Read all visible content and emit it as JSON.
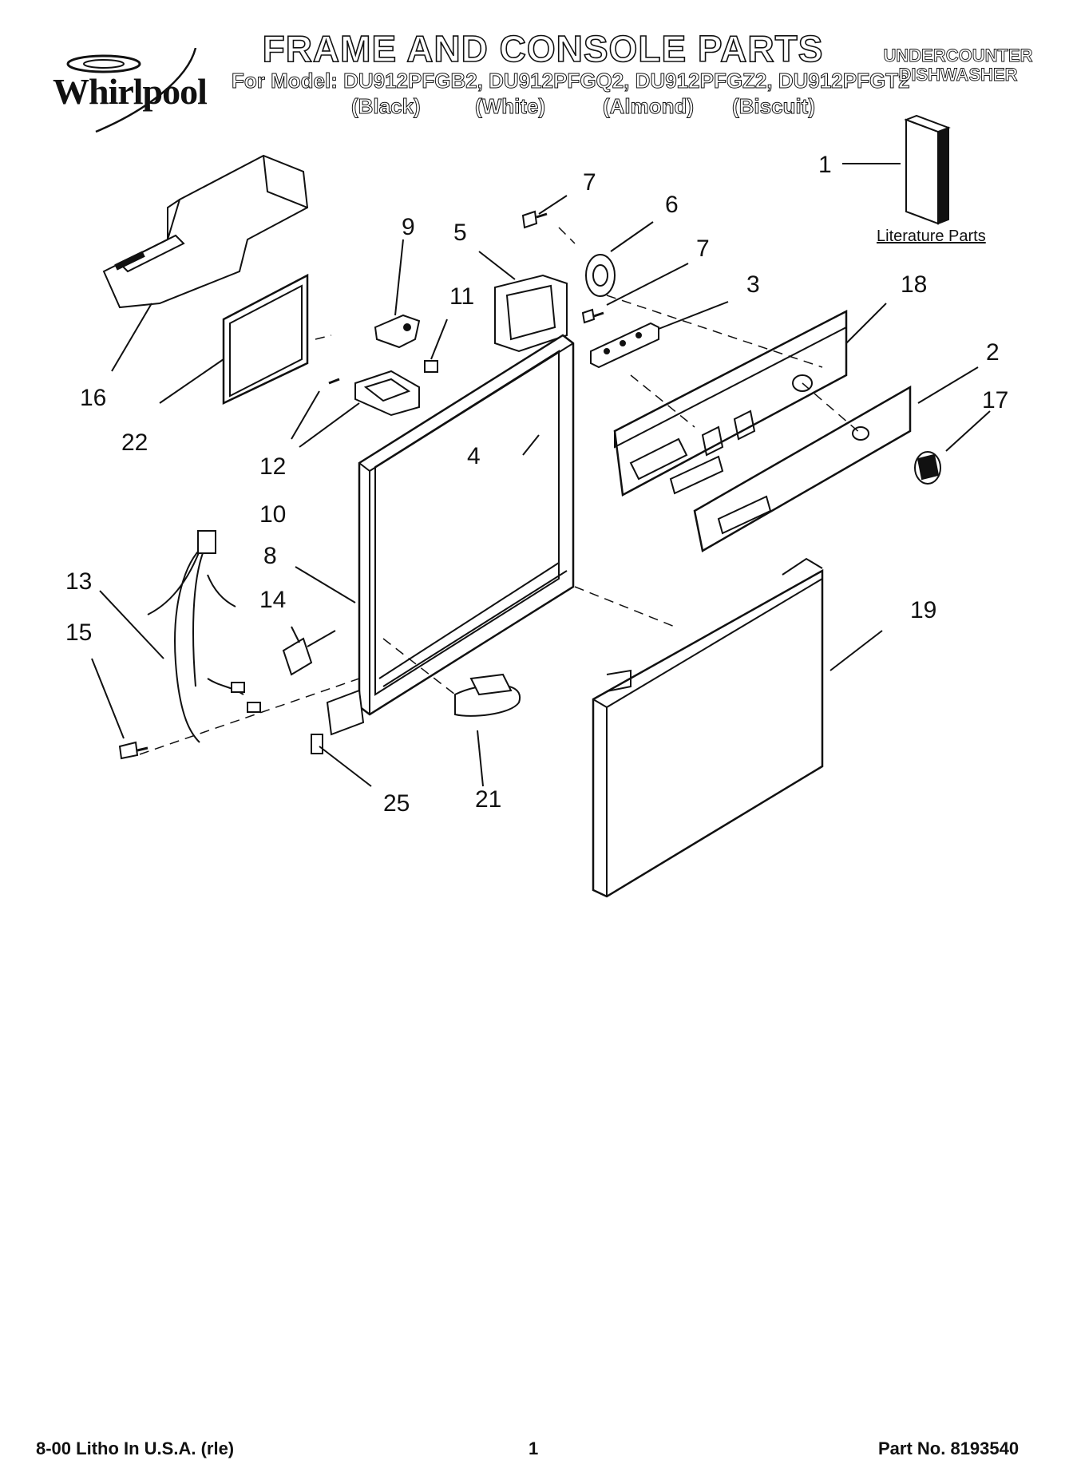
{
  "brand": {
    "name": "Whirlpool"
  },
  "header": {
    "title": "FRAME AND CONSOLE PARTS",
    "model_line": "For Model: DU912PFGB2, DU912PFGQ2, DU912PFGZ2, DU912PFGT2",
    "colors": [
      "(Black)",
      "(White)",
      "(Almond)",
      "(Biscuit)"
    ],
    "appliance_line1": "UNDERCOUNTER",
    "appliance_line2": "DISHWASHER"
  },
  "literature_label": "Literature Parts",
  "callouts": [
    "1",
    "2",
    "3",
    "4",
    "5",
    "6",
    "7",
    "7",
    "8",
    "9",
    "10",
    "11",
    "12",
    "13",
    "14",
    "15",
    "16",
    "17",
    "18",
    "19",
    "21",
    "22",
    "25"
  ],
  "footer": {
    "litho": "8-00 Litho In U.S.A. (rle)",
    "page": "1",
    "part_no": "Part No. 8193540"
  }
}
